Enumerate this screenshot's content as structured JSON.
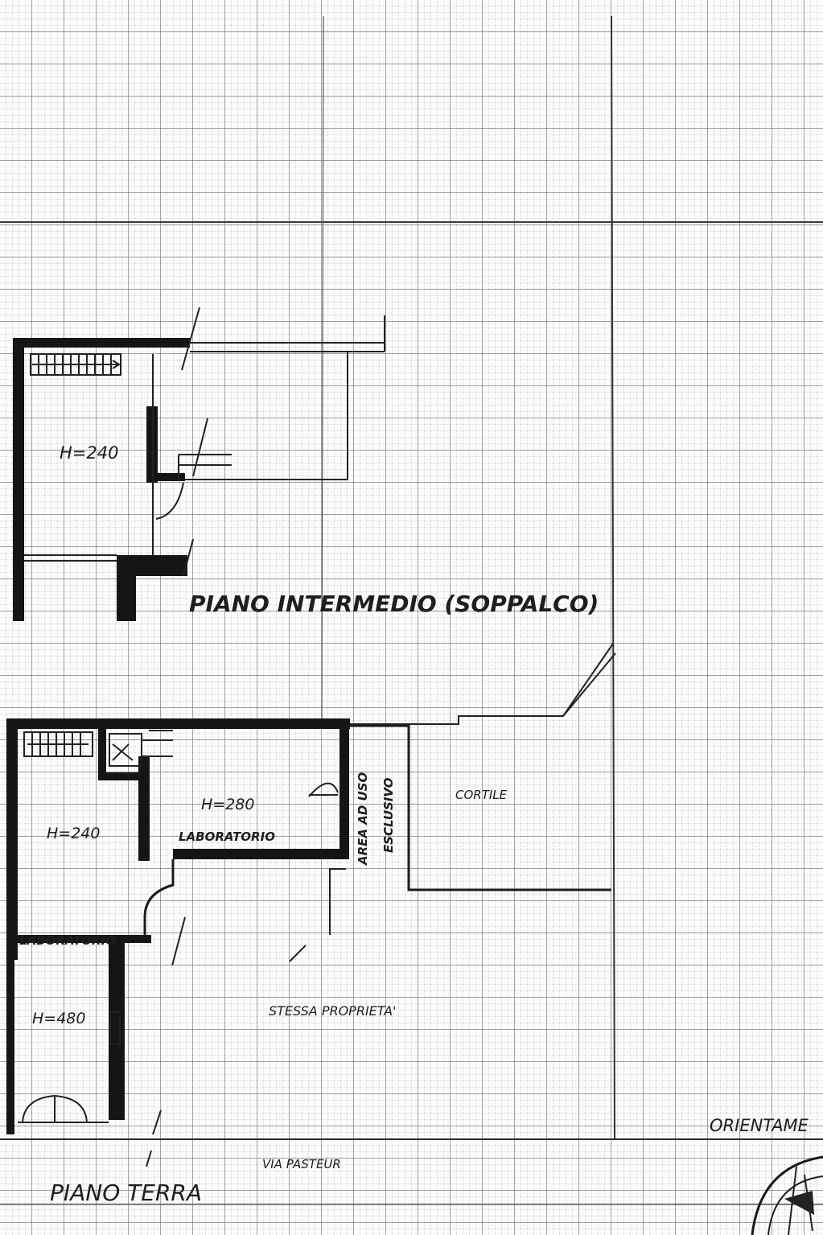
{
  "upper_floor": {
    "title": "PIANO INTERMEDIO (SOPPALCO)",
    "height_label": "H=240"
  },
  "ground_floor": {
    "title": "PIANO TERRA",
    "lab_height": "H=280",
    "lab_name": "LABORATORIO",
    "left_height": "H=240",
    "left_room": "LABORATORIO",
    "lower_height": "H=480",
    "area_line1": "AREA AD USO",
    "area_line2": "ESCLUSIVO",
    "courtyard": "CORTILE",
    "other_property": "STESSA PROPRIETA'",
    "street": "VIA PASTEUR",
    "orientation": "ORIENTAME"
  }
}
